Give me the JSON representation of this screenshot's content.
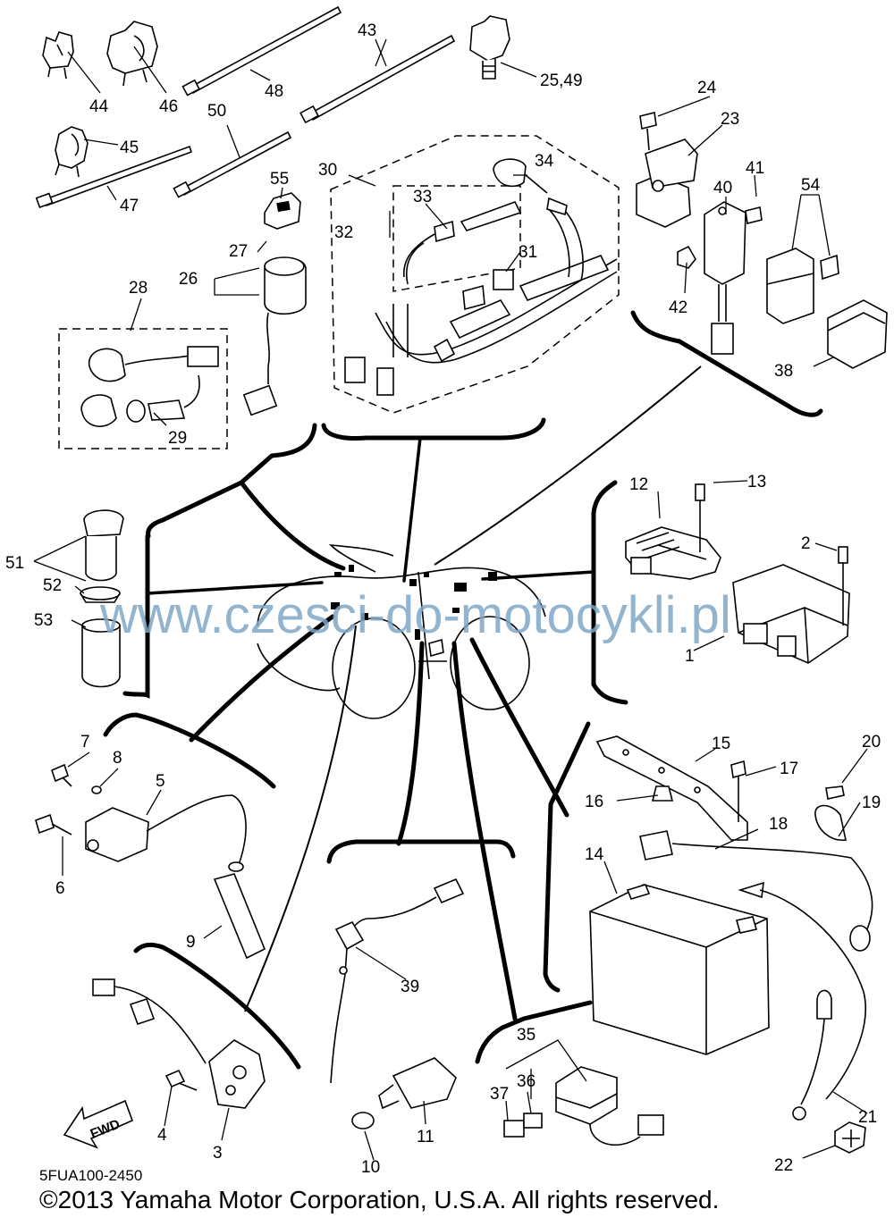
{
  "diagram_code": "5FUA100-2450",
  "copyright": "©2013 Yamaha Motor Corporation, U.S.A. All rights reserved.",
  "watermark": "www.czesci-do-motocykli.pl",
  "fwd_label": "FWD",
  "callouts": {
    "p1": "1",
    "p2": "2",
    "p3": "3",
    "p4": "4",
    "p5": "5",
    "p6": "6",
    "p7": "7",
    "p8": "8",
    "p9": "9",
    "p10": "10",
    "p11": "11",
    "p12": "12",
    "p13": "13",
    "p14": "14",
    "p15": "15",
    "p16": "16",
    "p17": "17",
    "p18": "18",
    "p19": "19",
    "p20": "20",
    "p21": "21",
    "p22": "22",
    "p23": "23",
    "p24": "24",
    "p25_49": "25,49",
    "p26": "26",
    "p27": "27",
    "p28": "28",
    "p29": "29",
    "p30": "30",
    "p31": "31",
    "p32": "32",
    "p33": "33",
    "p34": "34",
    "p35": "35",
    "p36": "36",
    "p37": "37",
    "p38": "38",
    "p39": "39",
    "p40": "40",
    "p41": "41",
    "p42": "42",
    "p43": "43",
    "p44": "44",
    "p45": "45",
    "p46": "46",
    "p47": "47",
    "p48": "48",
    "p50": "50",
    "p51": "51",
    "p52": "52",
    "p53": "53",
    "p54": "54",
    "p55": "55"
  }
}
